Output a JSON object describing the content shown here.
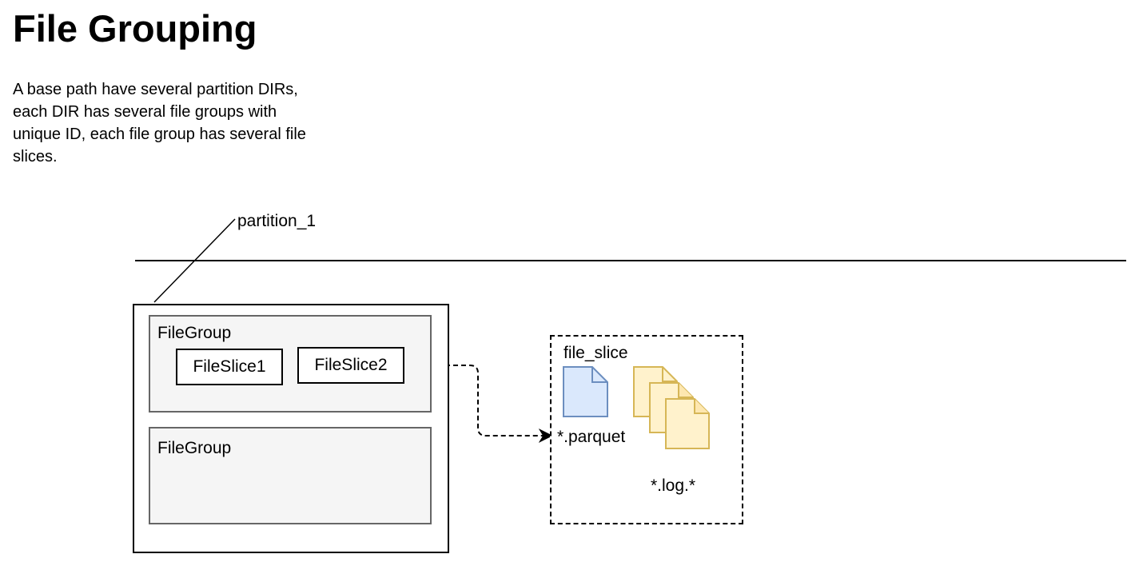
{
  "header": {
    "title": "File Grouping",
    "description": "A base path have several partition DIRs, each DIR has several file groups with unique ID, each file group has several file slices."
  },
  "diagram": {
    "partition_label": "partition_1",
    "file_groups": [
      {
        "label": "FileGroup",
        "slices": [
          "FileSlice1",
          "FileSlice2"
        ]
      },
      {
        "label": "FileGroup",
        "slices": []
      }
    ],
    "file_slice": {
      "label": "file_slice",
      "parquet_label": "*.parquet",
      "log_label": "*.log.*"
    },
    "colors": {
      "parquet_fill": "#dae8fc",
      "parquet_stroke": "#6c8ebf",
      "log_fill": "#fff2cc",
      "log_stroke": "#d6b656",
      "group_fill": "#f5f5f5",
      "group_stroke": "#666666"
    }
  }
}
